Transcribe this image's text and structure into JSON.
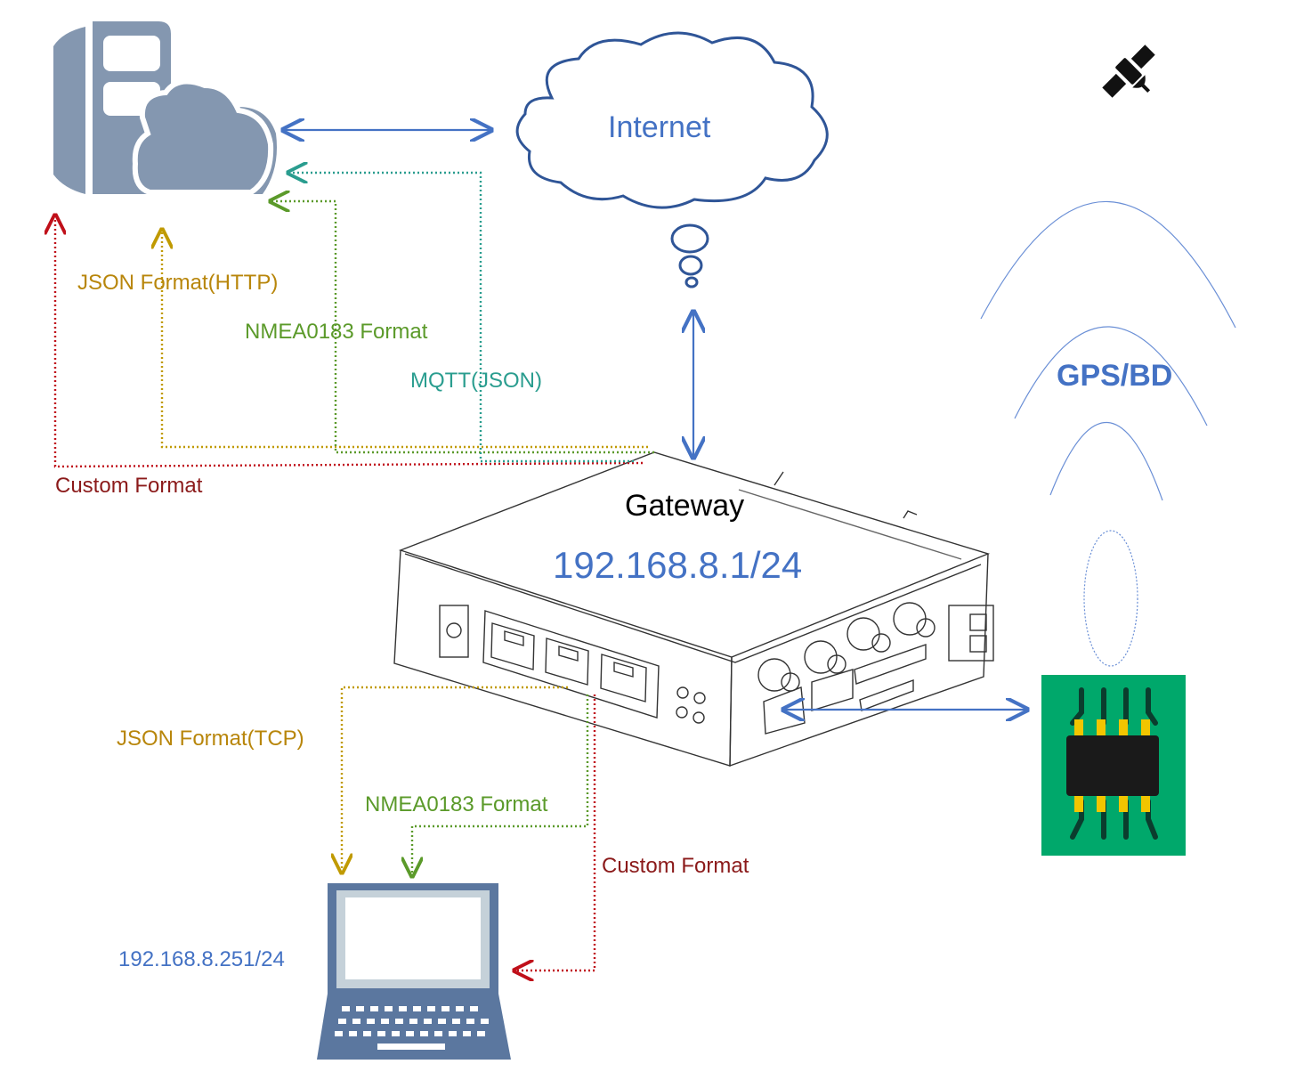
{
  "colors": {
    "blue": "#4472c4",
    "cloud_stroke": "#2f5597",
    "server_fill": "#8497b0",
    "red": "#c0101a",
    "red_text": "#8b1a1a",
    "gold": "#c09a00",
    "gold_text": "#b8860b",
    "green": "#5b9a2a",
    "teal": "#2a9d8f",
    "chip_board": "#00a86b",
    "chip_pad": "#f2c500"
  },
  "icons": [
    "cloud-server-icon",
    "internet-cloud-icon",
    "satellite-icon",
    "gateway-router-icon",
    "gps-module-icon",
    "laptop-icon"
  ],
  "nodes": {
    "internet": "Internet",
    "gateway_title": "Gateway",
    "gateway_ip": "192.168.8.1/24",
    "laptop_ip": "192.168.8.251/24",
    "gps": "GPS/BD"
  },
  "links": {
    "json_http": "JSON Format(HTTP)",
    "nmea_cloud": "NMEA0183 Format",
    "mqtt": "MQTT(JSON)",
    "custom_cloud": "Custom Format",
    "json_tcp": "JSON Format(TCP)",
    "nmea_laptop": "NMEA0183 Format",
    "custom_laptop": "Custom Format"
  }
}
